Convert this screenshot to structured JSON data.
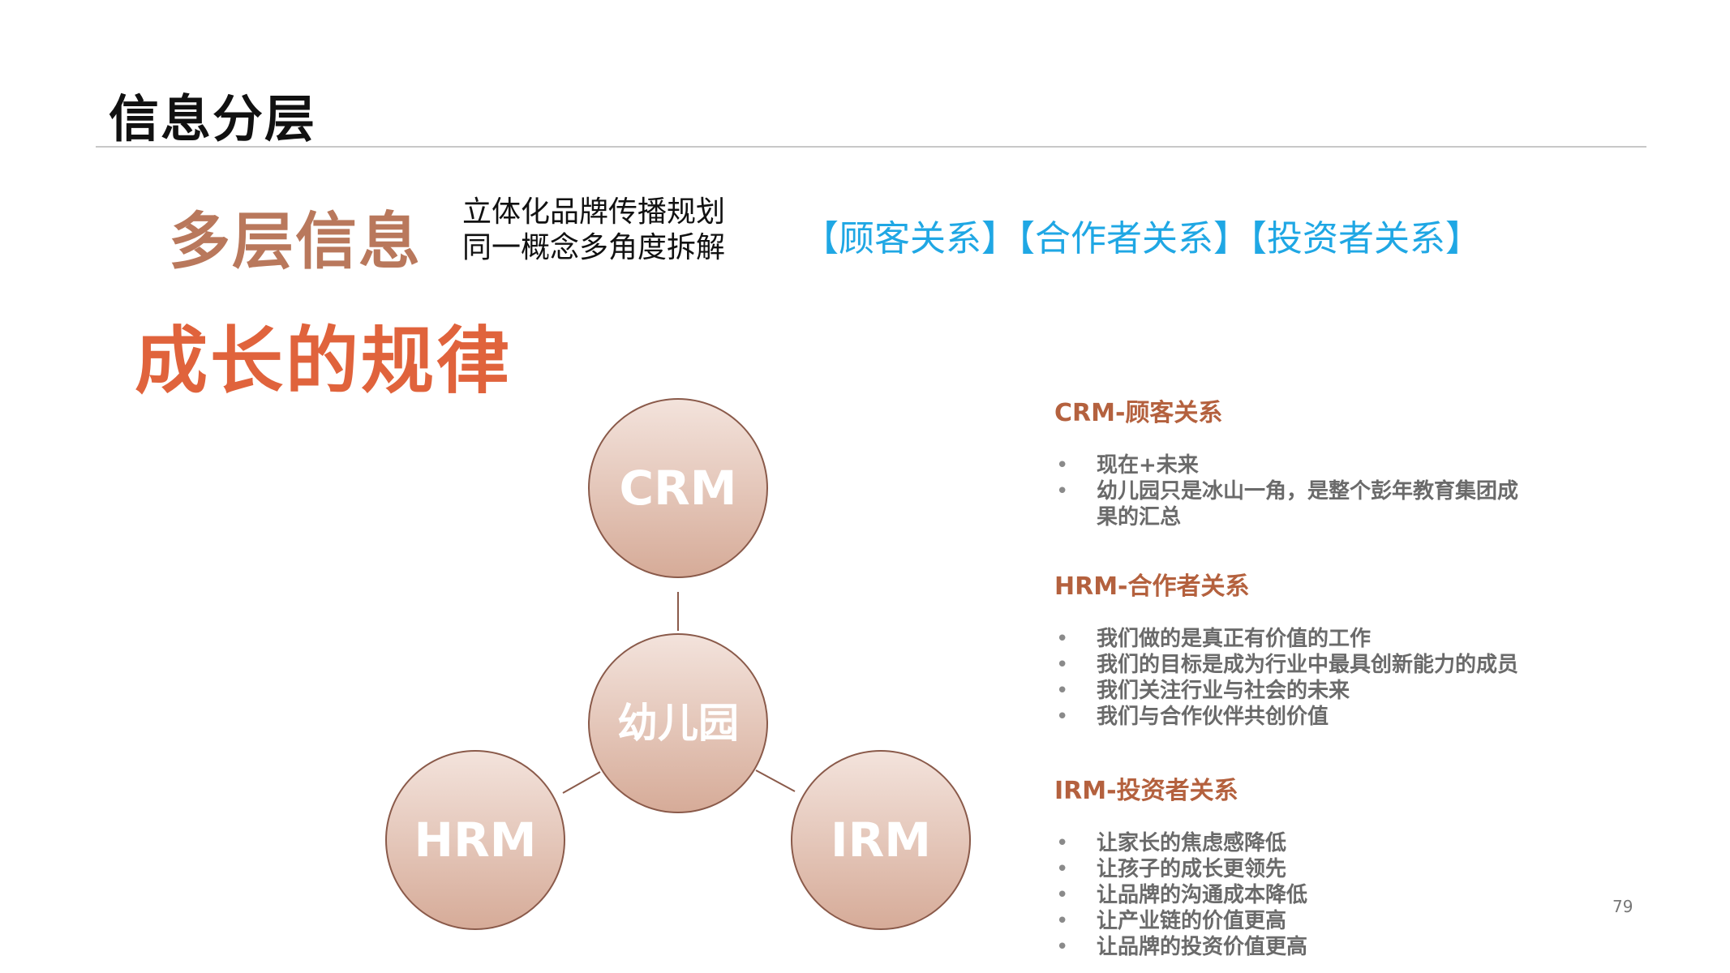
{
  "slide": {
    "title": "信息分层",
    "multi_layer": "多层信息",
    "planning_lines": [
      "立体化品牌传播规划",
      "同一概念多角度拆解"
    ],
    "relations": "【顾客关系】【合作者关系】【投资者关系】",
    "growth": "成长的规律",
    "page_number": "79"
  },
  "diagram": {
    "center": "幼儿园",
    "nodes": [
      "CRM",
      "HRM",
      "IRM"
    ],
    "colors": {
      "fill_top": "#f3e3dc",
      "fill_bottom": "#d6ab98",
      "stroke": "#8a5a4a",
      "text": "#ffffff"
    }
  },
  "panels": [
    {
      "heading": "CRM-顾客关系",
      "items": [
        "现在+未来",
        "幼儿园只是冰山一角，是整个彭年教育集团成果的汇总"
      ]
    },
    {
      "heading": "HRM-合作者关系",
      "items": [
        "我们做的是真正有价值的工作",
        "我们的目标是成为行业中最具创新能力的成员",
        "我们关注行业与社会的未来",
        "我们与合作伙伴共创价值"
      ]
    },
    {
      "heading": "IRM-投资者关系",
      "items": [
        "让家长的焦虑感降低",
        "让孩子的成长更领先",
        "让品牌的沟通成本降低",
        "让产业链的价值更高",
        "让品牌的投资价值更高"
      ]
    }
  ]
}
